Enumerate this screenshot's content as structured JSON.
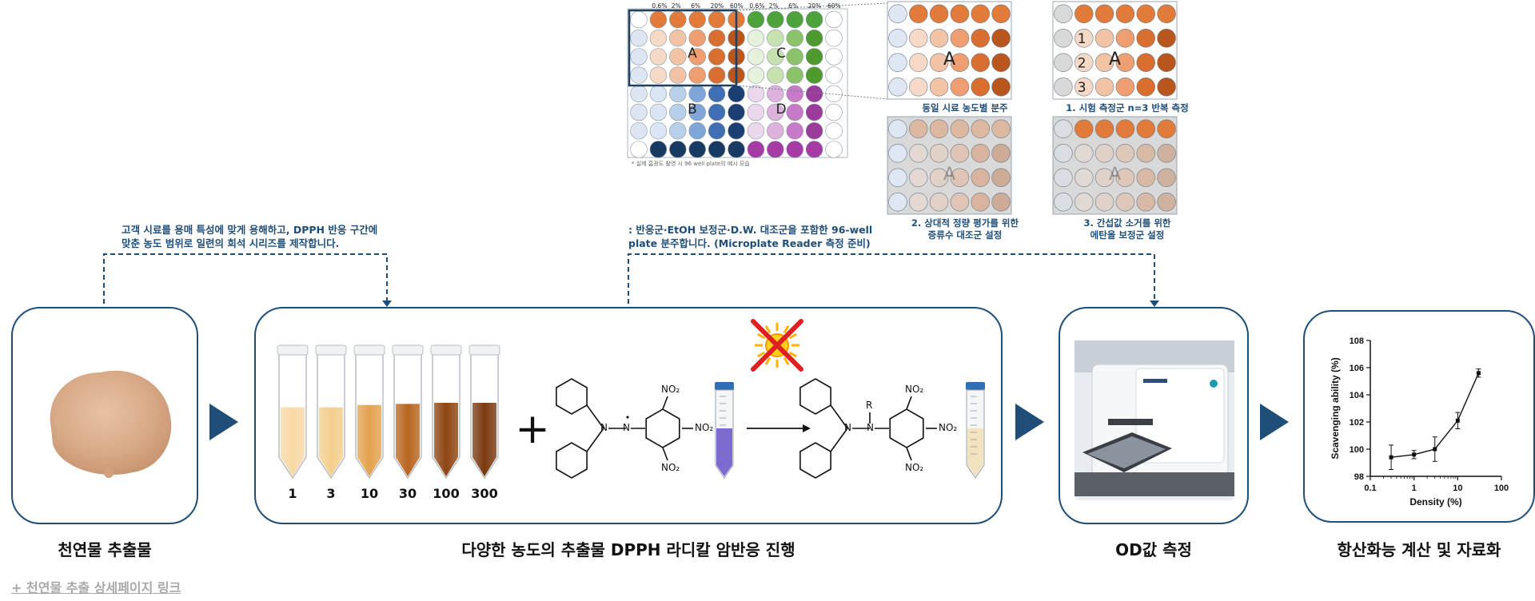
{
  "steps": [
    {
      "caption": "천연물 추출물"
    },
    {
      "caption": "다양한 농도의 추출물 DPPH 라디칼 암반응 진행"
    },
    {
      "caption": "OD값 측정"
    },
    {
      "caption": "항산화능 계산 및 자료화"
    }
  ],
  "notes": {
    "left_line1": "고객 시료를 용매 특성에 맞게 용해하고, DPPH 반응 구간에",
    "left_line2": "맞춘 농도 범위로 일련의 희석 시리즈를 제작합니다.",
    "right_line1": ": 반응군·EtOH 보정군·D.W. 대조군을 포함한 96-well",
    "right_line2": "plate 분주합니다. (Microplate Reader 측정 준비)"
  },
  "tubes": {
    "labels": [
      "1",
      "3",
      "10",
      "30",
      "100",
      "300"
    ]
  },
  "chemistry": {
    "nitro": "NO₂",
    "radical_group": "R"
  },
  "plates": {
    "concentrations": [
      "0.6%",
      "2%",
      "6%",
      "20%",
      "60%",
      "0.6%",
      "2%",
      "6%",
      "20%",
      "60%"
    ],
    "quadrants": [
      "A",
      "B",
      "C",
      "D"
    ],
    "footnote": "*  실제 흡광도 촬영 시 96 well plate의 예시 모습",
    "detail_captions": [
      "동일 시료 농도별 분주",
      "1. 시험 측정군 n=3   반복 측정",
      "2. 상대적 정량 평가를 위한",
      "증류수 대조군 설정",
      "3. 간섭값 소거를 위한",
      "에탄올 보정군 설정"
    ],
    "detail_letter": "A",
    "replicates": [
      "1",
      "2",
      "3"
    ]
  },
  "link": {
    "text": "+ 천연물 추출 상세페이지 링크"
  },
  "chart_data": {
    "type": "line",
    "xlabel": "Density (%)",
    "ylabel": "Scavenging ability (%)",
    "x_scale": "log",
    "xlim": [
      0.1,
      100
    ],
    "ylim": [
      98,
      108
    ],
    "x_ticks": [
      "0.1",
      "1",
      "10",
      "100"
    ],
    "y_ticks": [
      "98",
      "100",
      "102",
      "104",
      "106",
      "108"
    ],
    "x": [
      0.3,
      1,
      3,
      10,
      30
    ],
    "y": [
      99.4,
      99.6,
      100.0,
      102.1,
      105.6
    ],
    "error": [
      0.9,
      0.3,
      0.9,
      0.6,
      0.3
    ]
  }
}
